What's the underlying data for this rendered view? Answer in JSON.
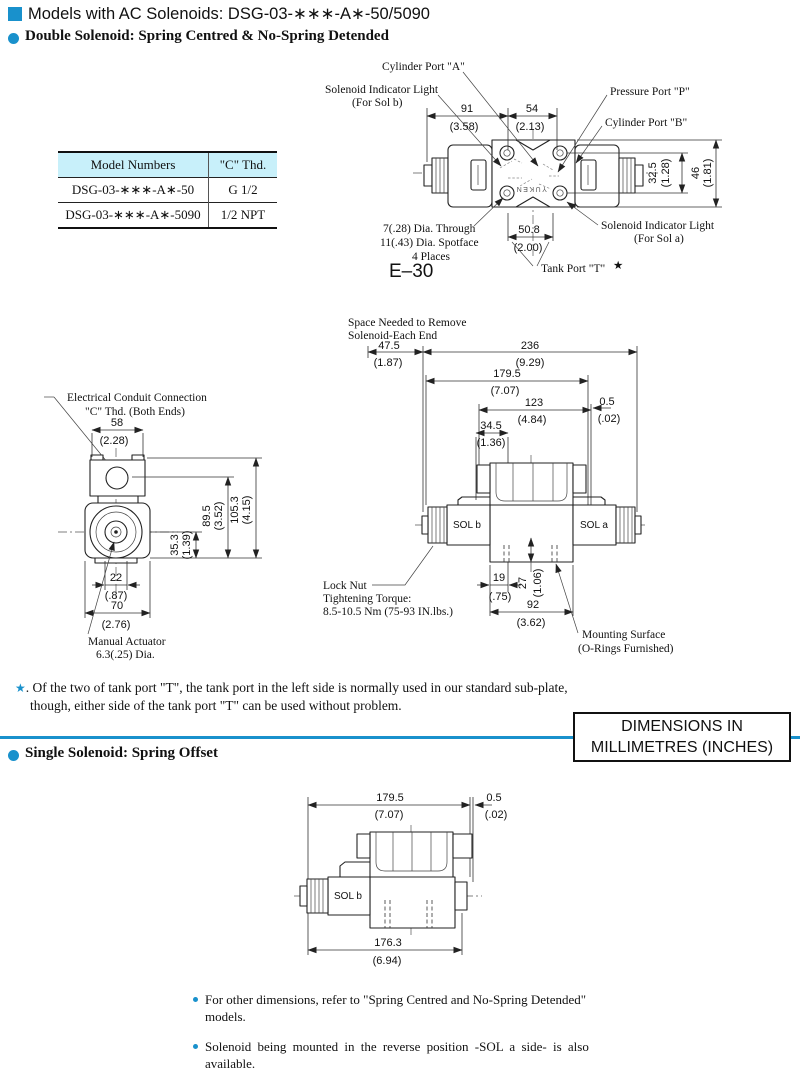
{
  "accent": "#1991cc",
  "table_header_bg": "#c8f0fa",
  "title": "Models with AC Solenoids: DSG-03-∗∗∗-A∗-50/5090",
  "sections": {
    "double": "Double Solenoid: Spring Centred & No-Spring Detended",
    "single": "Single Solenoid: Spring Offset"
  },
  "table": {
    "col1": "Model Numbers",
    "col2": "\"C\" Thd.",
    "rows": [
      {
        "model": "DSG-03-∗∗∗-A∗-50",
        "thd": "G 1/2"
      },
      {
        "model": "DSG-03-∗∗∗-A∗-5090",
        "thd": "1/2 NPT"
      }
    ]
  },
  "top": {
    "cyl_a": "Cylinder Port \"A\"",
    "ind_b1": "Solenoid Indicator Light",
    "ind_b2": "(For Sol b)",
    "press": "Pressure Port \"P\"",
    "cyl_b": "Cylinder Port \"B\"",
    "ind_a1": "Solenoid Indicator Light",
    "ind_a2": "(For Sol a)",
    "d91": "91",
    "d91i": "(3.58)",
    "d54": "54",
    "d54i": "(2.13)",
    "d325": "32.5",
    "d325i": "(1.28)",
    "d46": "46",
    "d46i": "(1.81)",
    "d508": "50.8",
    "d508i": "(2.00)",
    "hole1": "7(.28) Dia. Through",
    "hole2": "11(.43) Dia. Spotface",
    "hole3": "4 Places",
    "tank": "Tank Port \"T\"",
    "tank_star": "★",
    "eref": "E–30",
    "brand": "YUKEN"
  },
  "side": {
    "conduit1": "Electrical Conduit Connection",
    "conduit2": "\"C\" Thd. (Both Ends)",
    "d58": "58",
    "d58i": "(2.28)",
    "d353": "35.3",
    "d353i": "(1.39)",
    "d895": "89.5",
    "d895i": "(3.52)",
    "d1053": "105.3",
    "d1053i": "(4.15)",
    "d22": "22",
    "d22i": "(.87)",
    "d70": "70",
    "d70i": "(2.76)",
    "manual1": "Manual Actuator",
    "manual2": "6.3(.25) Dia."
  },
  "front": {
    "space1": "Space Needed to Remove",
    "space2": "Solenoid-Each End",
    "d475": "47.5",
    "d475i": "(1.87)",
    "d236": "236",
    "d236i": "(9.29)",
    "d1795": "179.5",
    "d1795i": "(7.07)",
    "d123": "123",
    "d123i": "(4.84)",
    "d05": "0.5",
    "d05i": "(.02)",
    "d345": "34.5",
    "d345i": "(1.36)",
    "solb": "SOL b",
    "sola": "SOL a",
    "d19": "19",
    "d19i": "(.75)",
    "d27": "27",
    "d27i": "(1.06)",
    "d92": "92",
    "d92i": "(3.62)",
    "lock1": "Lock Nut",
    "lock2": "Tightening Torque:",
    "lock3": "8.5-10.5 Nm (75-93 IN.lbs.)",
    "mount1": "Mounting Surface",
    "mount2": "(O-Rings Furnished)"
  },
  "footnote": {
    "star": "★",
    "line1": ". Of the two of tank port \"T\", the tank port in the left side is normally used in our standard sub-plate,",
    "line2": "though, either side of the tank port \"T\" can be used without problem."
  },
  "dims_box": {
    "line1": "DIMENSIONS IN",
    "line2": "MILLIMETRES (INCHES)"
  },
  "single": {
    "d1795": "179.5",
    "d1795i": "(7.07)",
    "d05": "0.5",
    "d05i": "(.02)",
    "solb": "SOL b",
    "d1763": "176.3",
    "d1763i": "(6.94)"
  },
  "notes": {
    "n1a": "For other dimensions, refer to \"Spring Centred and No-Spring Detended\"",
    "n1b": "models.",
    "n2a": "Solenoid being mounted in the reverse position -SOL a side- is also",
    "n2b": "available."
  }
}
